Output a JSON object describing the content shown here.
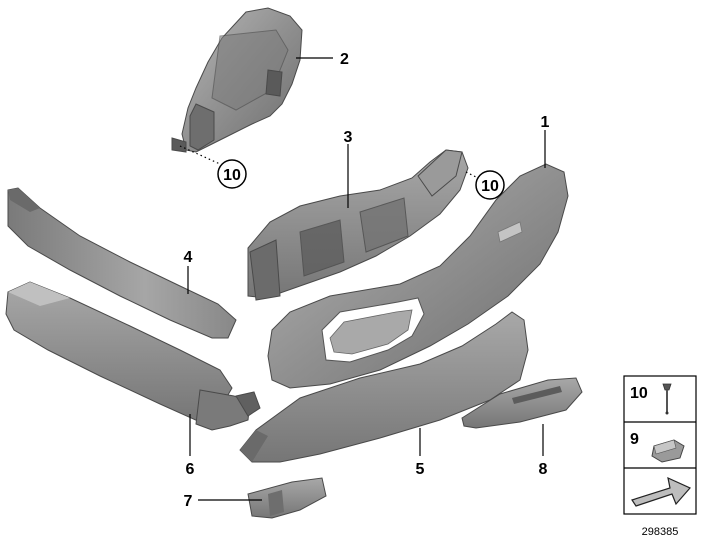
{
  "callouts": {
    "c1": "1",
    "c2": "2",
    "c3": "3",
    "c4": "4",
    "c5": "5",
    "c6": "6",
    "c7": "7",
    "c8": "8",
    "c10a": "10",
    "c10b": "10"
  },
  "legend": {
    "row1_number": "10",
    "row2_number": "9"
  },
  "reference_number": "298385",
  "colors": {
    "part_fill": "#8c8c8c",
    "part_light": "#b3b3b3",
    "part_dark": "#5e5e5e",
    "line": "#000000"
  }
}
